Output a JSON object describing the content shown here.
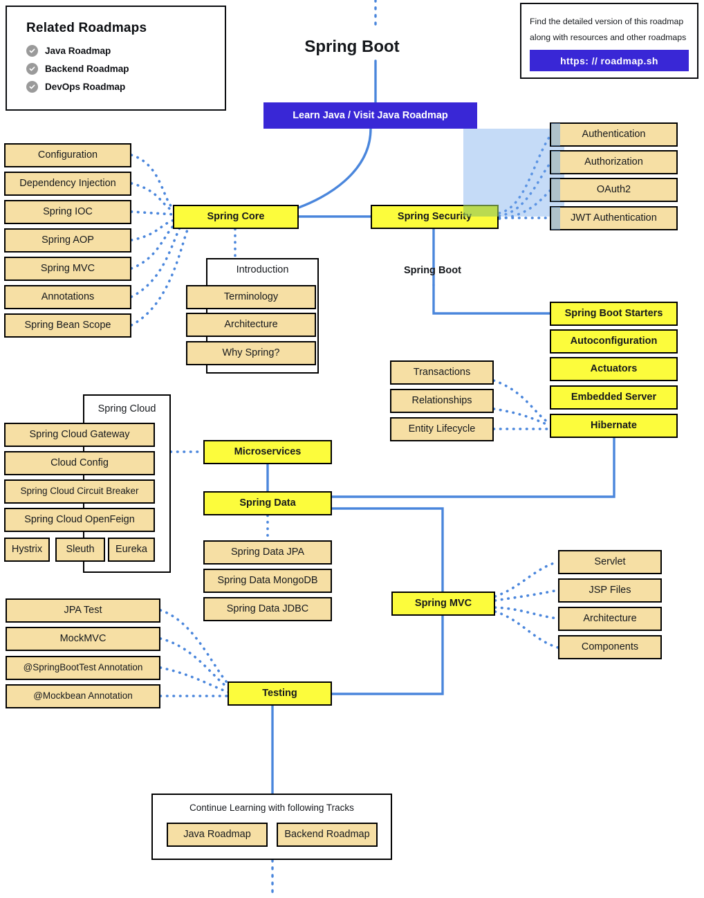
{
  "page_title": "Spring Boot",
  "related": {
    "title": "Related Roadmaps",
    "items": [
      {
        "label": "Java Roadmap",
        "icon": "check-circle-icon"
      },
      {
        "label": "Backend Roadmap",
        "icon": "check-circle-icon"
      },
      {
        "label": "DevOps Roadmap",
        "icon": "check-circle-icon"
      }
    ]
  },
  "link_panel": {
    "line1": "Find the detailed version of this roadmap",
    "line2": "along with resources and other roadmaps",
    "button_label": "https: // roadmap.sh",
    "button_color": "#3927D6"
  },
  "hero": {
    "label": "Learn Java / Visit Java Roadmap",
    "color": "#3927D6"
  },
  "colors": {
    "yellow": "#FCFC3C",
    "tan": "#F6DFA4",
    "line": "#4A86DC",
    "border": "#000000",
    "selection": "#74AAEB"
  },
  "labels": {
    "spring_boot_branch": "Spring Boot"
  },
  "nodes": {
    "spring_core": "Spring Core",
    "spring_security": "Spring Security",
    "core_children": [
      "Configuration",
      "Dependency Injection",
      "Spring IOC",
      "Spring AOP",
      "Spring MVC",
      "Annotations",
      "Spring Bean Scope"
    ],
    "security_children": [
      "Authentication",
      "Authorization",
      "OAuth2",
      "JWT Authentication"
    ],
    "introduction_group": {
      "title": "Introduction",
      "items": [
        "Terminology",
        "Architecture",
        "Why Spring?"
      ]
    },
    "spring_boot_column": [
      "Spring Boot Starters",
      "Autoconfiguration",
      "Actuators",
      "Embedded Server",
      "Hibernate"
    ],
    "hibernate_children": [
      "Transactions",
      "Relationships",
      "Entity Lifecycle"
    ],
    "spring_cloud_group": {
      "title": "Spring Cloud",
      "items": [
        "Spring Cloud Gateway",
        "Cloud Config",
        "Spring Cloud Circuit Breaker",
        "Spring Cloud OpenFeign"
      ],
      "row": [
        "Hystrix",
        "Sleuth",
        "Eureka"
      ]
    },
    "microservices": "Microservices",
    "spring_data": "Spring Data",
    "spring_data_children": [
      "Spring Data JPA",
      "Spring Data MongoDB",
      "Spring Data JDBC"
    ],
    "spring_mvc": "Spring MVC",
    "spring_mvc_children": [
      "Servlet",
      "JSP Files",
      "Architecture",
      "Components"
    ],
    "testing": "Testing",
    "testing_children": [
      "JPA Test",
      "MockMVC",
      "@SpringBootTest Annotation",
      "@Mockbean Annotation"
    ]
  },
  "continue_box": {
    "title": "Continue Learning with following Tracks",
    "tracks": [
      "Java Roadmap",
      "Backend Roadmap"
    ]
  }
}
